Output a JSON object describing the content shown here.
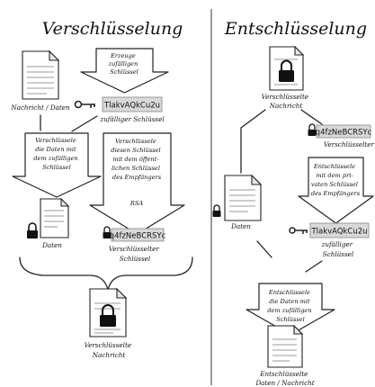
{
  "left": {
    "title": "Verschlüsselung",
    "message_label": "Nachricht / Daten",
    "generate_arrow": [
      "Erzeuge",
      "zufälligen",
      "Schlüssel"
    ],
    "random_key_text": "TlakvAQkCu2u",
    "random_key_label": "zufälliger Schlüssel",
    "encrypt_data_arrow": [
      "Verschlüssele",
      "die Daten mit",
      "dem zufälligen",
      "Schlüssel"
    ],
    "encrypt_key_arrow": [
      "Verschlüssele",
      "diesen Schlüssel",
      "mit dem öffent-",
      "lichen Schlüssel",
      "des Empfängers"
    ],
    "rsa_label": "RSA",
    "data_label": "Daten",
    "encrypted_key_text": "q4fzNeBCRSYc",
    "encrypted_key_label": [
      "Verschlüsselter",
      "Schlüssel"
    ],
    "result_label": [
      "Verschlüsselte",
      "Nachricht"
    ]
  },
  "right": {
    "title": "Entschlüsselung",
    "encrypted_message_label": [
      "Verschlüsselte",
      "Nachricht"
    ],
    "encrypted_key_text": "q4fzNeBCRSYc",
    "encrypted_key_label": "Verschlüsselter Schlüssel",
    "decrypt_key_arrow": [
      "Entschlüssele",
      "mit dem pri-",
      "vaten Schlüssel",
      "des Empfängers"
    ],
    "data_label": "Daten",
    "random_key_text": "TlakvAQkCu2u",
    "random_key_label": [
      "zufälliger",
      "Schlüssel"
    ],
    "decrypt_data_arrow": [
      "Entschlüssele",
      "die Daten mit",
      "dem zufälligen",
      "Schlüssel"
    ],
    "result_label": [
      "Entschlüsselte",
      "Daten / Nachricht"
    ]
  }
}
